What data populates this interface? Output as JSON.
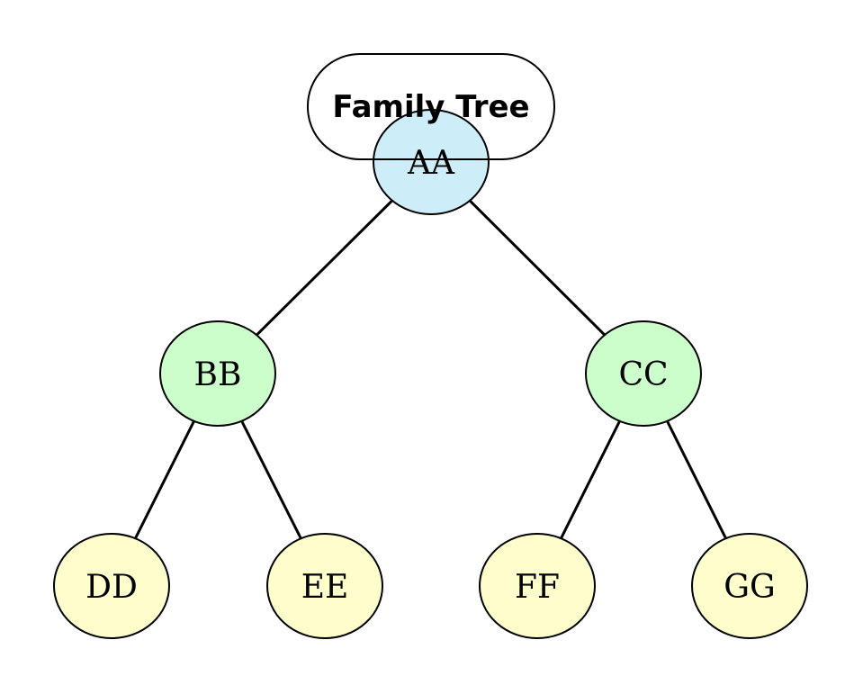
{
  "diagram": {
    "title": "Family Tree",
    "colors": {
      "root": "#cdeef9",
      "child": "#ccfecc",
      "grandchild": "#fefecc",
      "stroke": "#000000"
    },
    "nodes": [
      {
        "id": "aa",
        "label": "AA",
        "level": "root"
      },
      {
        "id": "bb",
        "label": "BB",
        "level": "child"
      },
      {
        "id": "cc",
        "label": "CC",
        "level": "child"
      },
      {
        "id": "dd",
        "label": "DD",
        "level": "grandchild"
      },
      {
        "id": "ee",
        "label": "EE",
        "level": "grandchild"
      },
      {
        "id": "ff",
        "label": "FF",
        "level": "grandchild"
      },
      {
        "id": "gg",
        "label": "GG",
        "level": "grandchild"
      }
    ],
    "edges": [
      [
        "aa",
        "bb"
      ],
      [
        "aa",
        "cc"
      ],
      [
        "bb",
        "dd"
      ],
      [
        "bb",
        "ee"
      ],
      [
        "cc",
        "ff"
      ],
      [
        "cc",
        "gg"
      ]
    ]
  }
}
